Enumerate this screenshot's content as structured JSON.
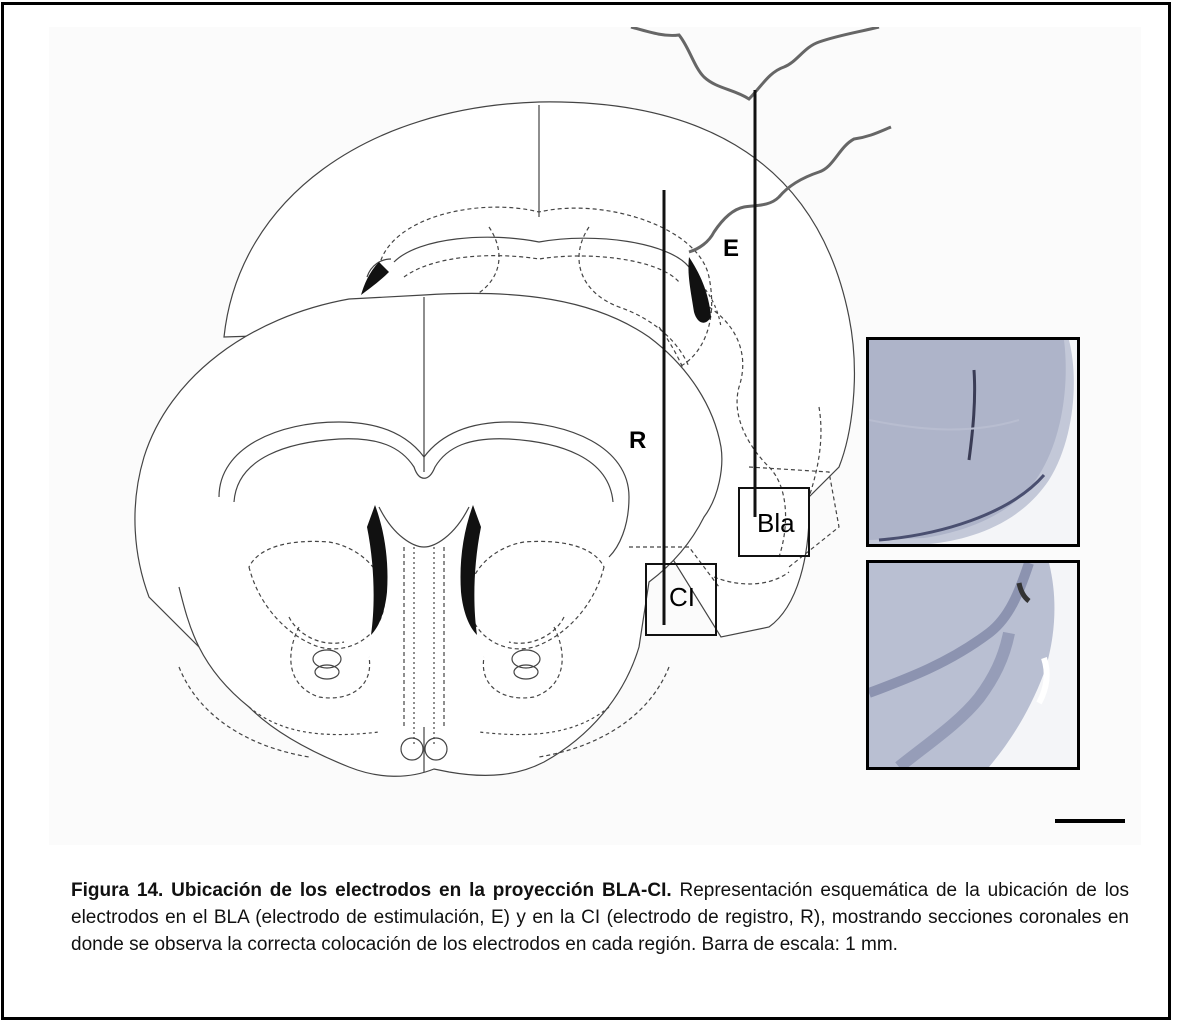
{
  "figure": {
    "labels": {
      "stimulation_electrode": "E",
      "recording_electrode": "R",
      "bla_region": "Bla",
      "ci_region": "CI"
    },
    "insets": {
      "top": "photomicrograph-bla",
      "bottom": "photomicrograph-ci"
    },
    "colors": {
      "line": "#333333",
      "wire": "#666666",
      "tissue": "#9aa3bd",
      "frame": "#000000"
    }
  },
  "caption": {
    "title": "Figura 14. Ubicación de los electrodos en la proyección BLA-CI.",
    "body": " Representación esquemática de la ubicación de los electrodos en el BLA (electrodo de estimulación, E) y en la CI (electrodo de registro, R), mostrando secciones coronales en donde se observa la correcta colocación de los electrodos en cada región. Barra de escala: 1 mm."
  }
}
